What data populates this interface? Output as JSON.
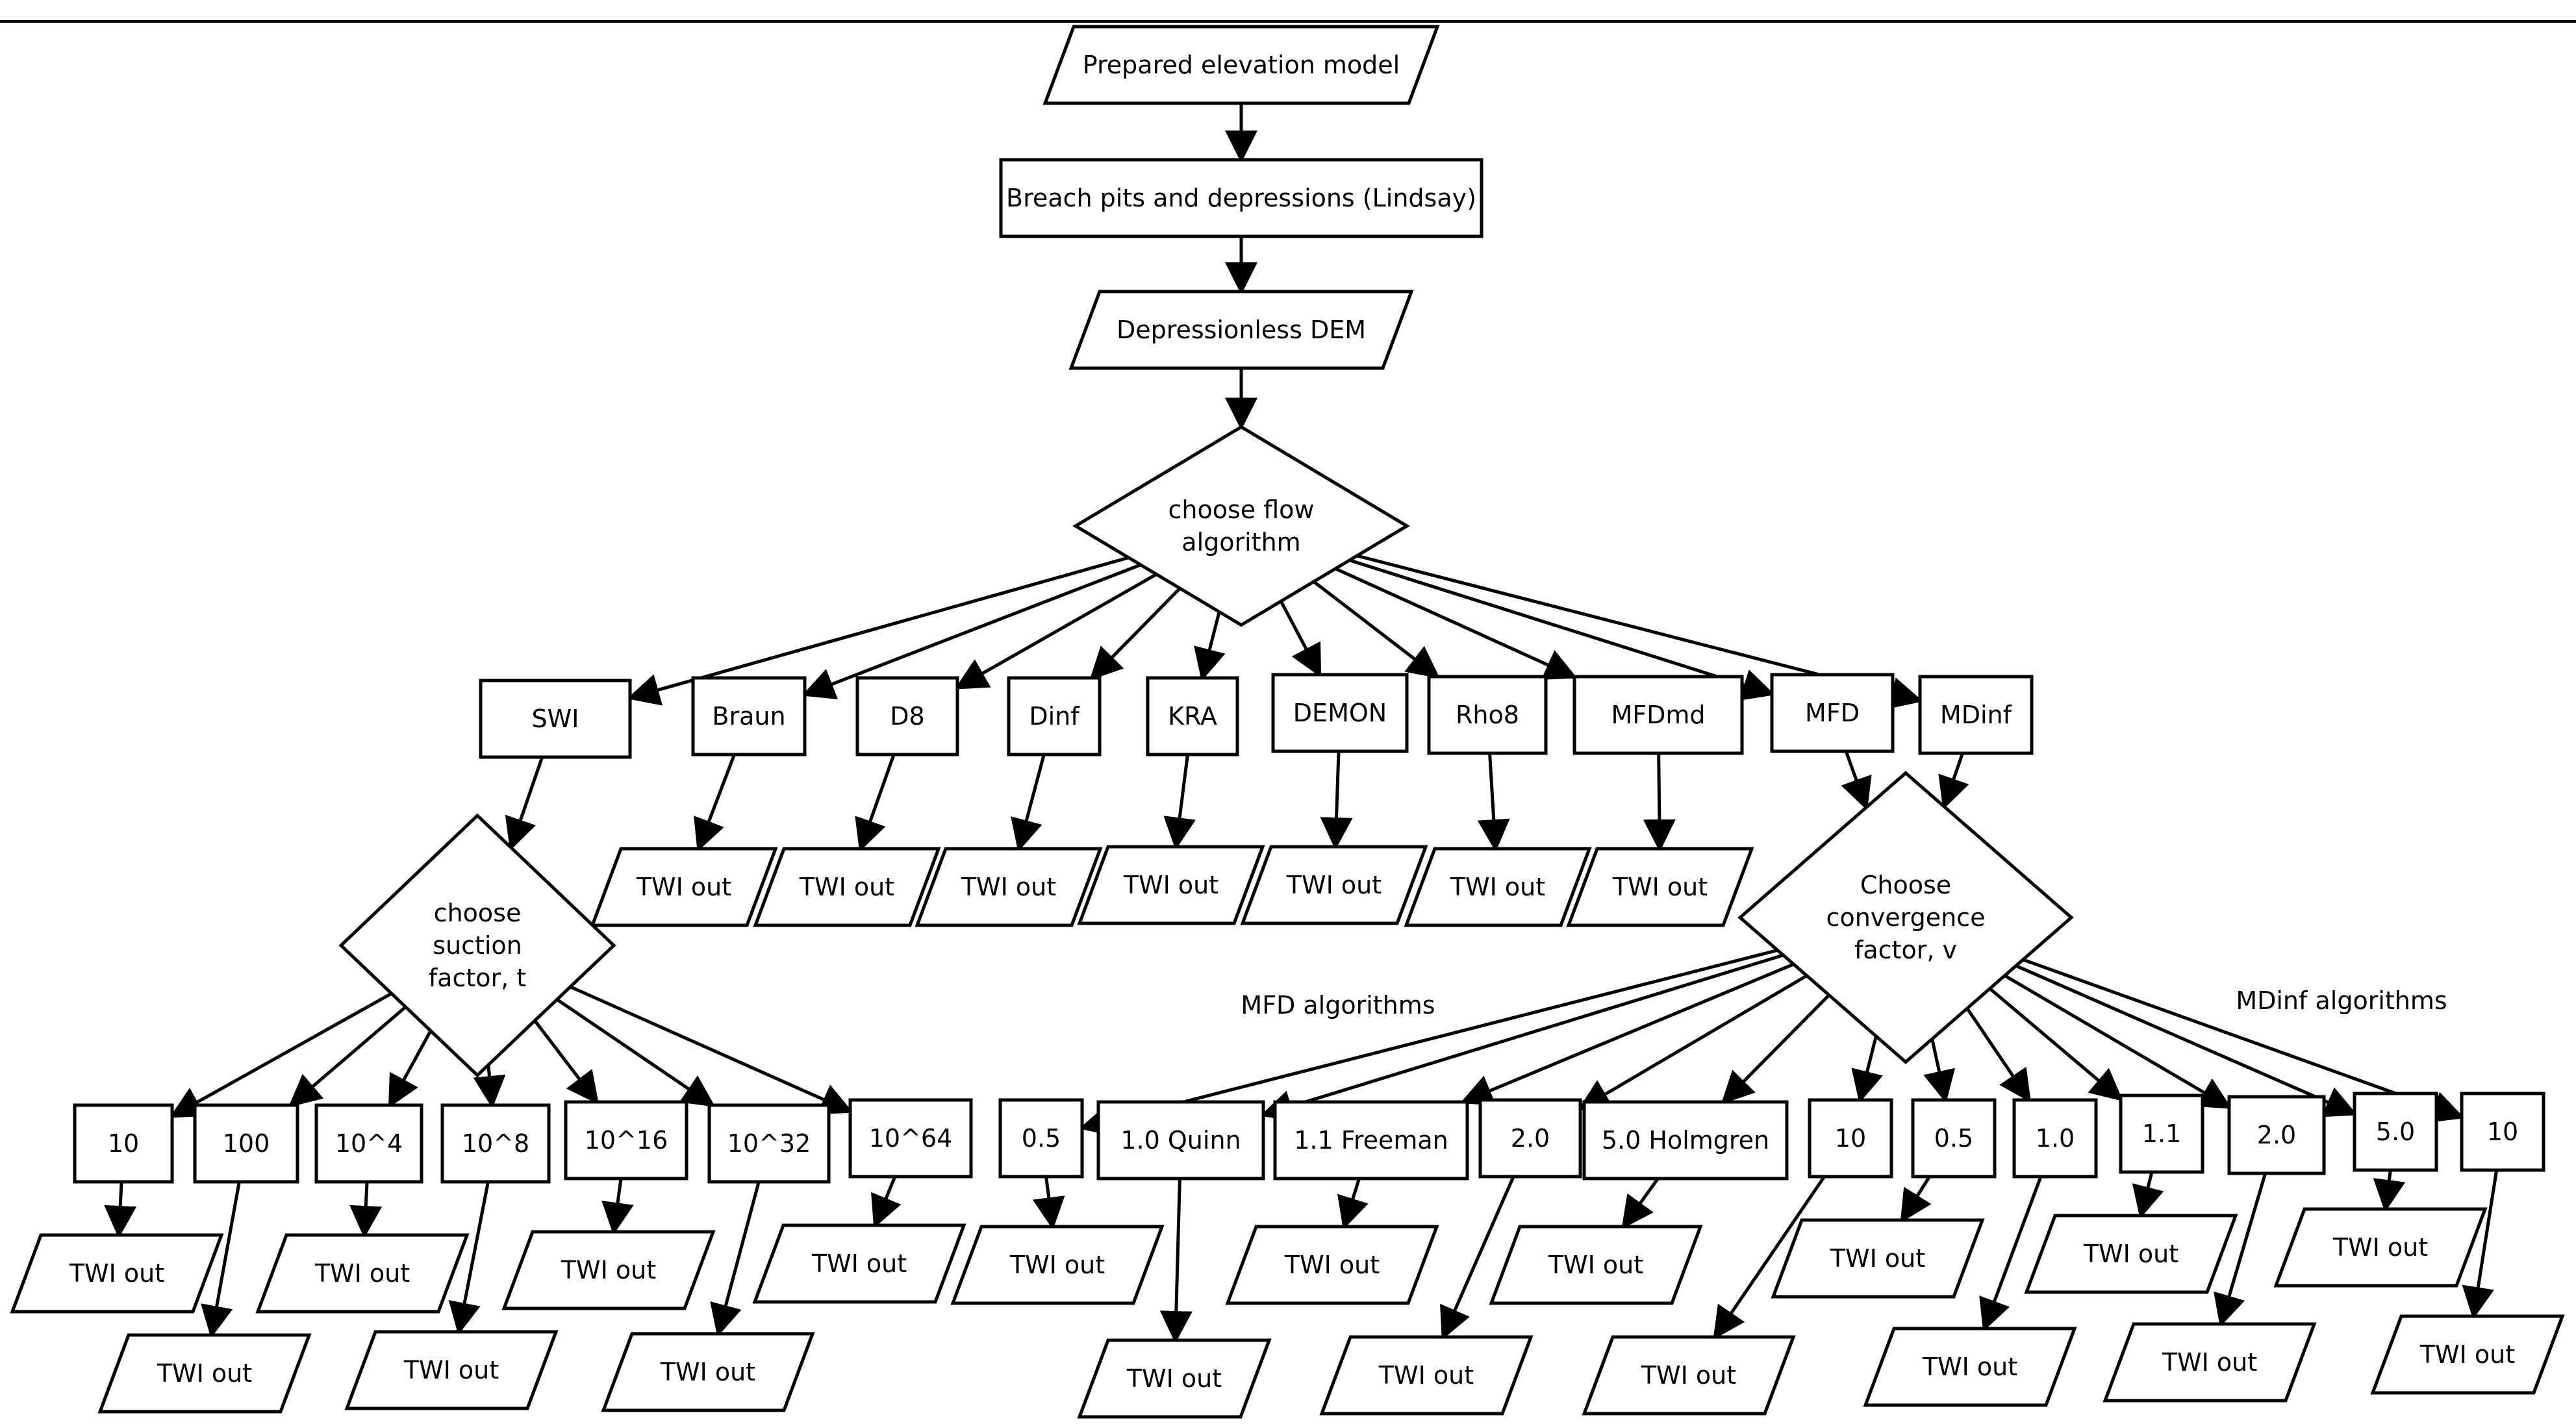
{
  "nodes": {
    "n_dem": {
      "shape": "para",
      "label": "Prepared elevation model"
    },
    "n_breach": {
      "shape": "rect",
      "label": "Breach pits and depressions (Lindsay)"
    },
    "n_dless": {
      "shape": "para",
      "label": "Depressionless DEM"
    },
    "n_flow": {
      "shape": "diamond",
      "lines": [
        "choose flow",
        "algorithm"
      ]
    },
    "n_swi": {
      "shape": "rect",
      "label": "SWI"
    },
    "n_braun": {
      "shape": "rect",
      "label": "Braun"
    },
    "n_d8": {
      "shape": "rect",
      "label": "D8"
    },
    "n_dinf": {
      "shape": "rect",
      "label": "Dinf"
    },
    "n_kra": {
      "shape": "rect",
      "label": "KRA"
    },
    "n_demon": {
      "shape": "rect",
      "label": "DEMON"
    },
    "n_rho8": {
      "shape": "rect",
      "label": "Rho8"
    },
    "n_mfdmd": {
      "shape": "rect",
      "label": "MFDmd"
    },
    "n_mfd": {
      "shape": "rect",
      "label": "MFD"
    },
    "n_mdinf": {
      "shape": "rect",
      "label": "MDinf"
    },
    "o_braun": {
      "shape": "para",
      "label": "TWI out"
    },
    "o_d8": {
      "shape": "para",
      "label": "TWI out"
    },
    "o_dinf": {
      "shape": "para",
      "label": "TWI out"
    },
    "o_kra": {
      "shape": "para",
      "label": "TWI out"
    },
    "o_demon": {
      "shape": "para",
      "label": "TWI out"
    },
    "o_rho8": {
      "shape": "para",
      "label": "TWI out"
    },
    "o_mfdmd": {
      "shape": "para",
      "label": "TWI out"
    },
    "n_suction": {
      "shape": "diamond",
      "lines": [
        "choose",
        "suction",
        "factor, t"
      ]
    },
    "n_conv": {
      "shape": "diamond",
      "lines": [
        "Choose",
        "convergence",
        "factor, v"
      ]
    },
    "t_10": {
      "shape": "rect",
      "label": "10"
    },
    "t_100": {
      "shape": "rect",
      "label": "100"
    },
    "t_1e4": {
      "shape": "rect",
      "label": "10^4"
    },
    "t_1e8": {
      "shape": "rect",
      "label": "10^8"
    },
    "t_1e16": {
      "shape": "rect",
      "label": "10^16"
    },
    "t_1e32": {
      "shape": "rect",
      "label": "10^32"
    },
    "t_1e64": {
      "shape": "rect",
      "label": "10^64"
    },
    "v_05": {
      "shape": "rect",
      "label": "0.5"
    },
    "v_10q": {
      "shape": "rect",
      "label": "1.0 Quinn"
    },
    "v_11f": {
      "shape": "rect",
      "label": "1.1 Freeman"
    },
    "v_20": {
      "shape": "rect",
      "label": "2.0"
    },
    "v_50h": {
      "shape": "rect",
      "label": "5.0 Holmgren"
    },
    "v_10": {
      "shape": "rect",
      "label": "10"
    },
    "w_05": {
      "shape": "rect",
      "label": "0.5"
    },
    "w_10": {
      "shape": "rect",
      "label": "1.0"
    },
    "w_11": {
      "shape": "rect",
      "label": "1.1"
    },
    "w_20": {
      "shape": "rect",
      "label": "2.0"
    },
    "w_50": {
      "shape": "rect",
      "label": "5.0"
    },
    "w_100": {
      "shape": "rect",
      "label": "10"
    },
    "ot_10": {
      "shape": "para",
      "label": "TWI out"
    },
    "ot_100": {
      "shape": "para",
      "label": "TWI out"
    },
    "ot_1e4": {
      "shape": "para",
      "label": "TWI out"
    },
    "ot_1e8": {
      "shape": "para",
      "label": "TWI out"
    },
    "ot_1e16": {
      "shape": "para",
      "label": "TWI out"
    },
    "ot_1e32": {
      "shape": "para",
      "label": "TWI out"
    },
    "ot_1e64": {
      "shape": "para",
      "label": "TWI out"
    },
    "ov_05": {
      "shape": "para",
      "label": "TWI out"
    },
    "ov_10q": {
      "shape": "para",
      "label": "TWI out"
    },
    "ov_11f": {
      "shape": "para",
      "label": "TWI out"
    },
    "ov_20": {
      "shape": "para",
      "label": "TWI out"
    },
    "ov_50h": {
      "shape": "para",
      "label": "TWI out"
    },
    "ov_10": {
      "shape": "para",
      "label": "TWI out"
    },
    "ow_05": {
      "shape": "para",
      "label": "TWI out"
    },
    "ow_10": {
      "shape": "para",
      "label": "TWI out"
    },
    "ow_11": {
      "shape": "para",
      "label": "TWI out"
    },
    "ow_20": {
      "shape": "para",
      "label": "TWI out"
    },
    "ow_50": {
      "shape": "para",
      "label": "TWI out"
    },
    "ow_100": {
      "shape": "para",
      "label": "TWI out"
    }
  },
  "group_labels": {
    "mfd": "MFD algorithms",
    "mdinf": "MDinf algorithms"
  },
  "edges": [
    [
      "n_dem",
      "n_breach"
    ],
    [
      "n_breach",
      "n_dless"
    ],
    [
      "n_dless",
      "n_flow"
    ],
    [
      "n_flow",
      "n_swi"
    ],
    [
      "n_flow",
      "n_braun"
    ],
    [
      "n_flow",
      "n_d8"
    ],
    [
      "n_flow",
      "n_dinf"
    ],
    [
      "n_flow",
      "n_kra"
    ],
    [
      "n_flow",
      "n_demon"
    ],
    [
      "n_flow",
      "n_rho8"
    ],
    [
      "n_flow",
      "n_mfdmd"
    ],
    [
      "n_flow",
      "n_mfd"
    ],
    [
      "n_flow",
      "n_mdinf"
    ],
    [
      "n_braun",
      "o_braun"
    ],
    [
      "n_d8",
      "o_d8"
    ],
    [
      "n_dinf",
      "o_dinf"
    ],
    [
      "n_kra",
      "o_kra"
    ],
    [
      "n_demon",
      "o_demon"
    ],
    [
      "n_rho8",
      "o_rho8"
    ],
    [
      "n_mfdmd",
      "o_mfdmd"
    ],
    [
      "n_swi",
      "n_suction"
    ],
    [
      "n_mfd",
      "n_conv"
    ],
    [
      "n_mdinf",
      "n_conv"
    ],
    [
      "n_suction",
      "t_10"
    ],
    [
      "n_suction",
      "t_100"
    ],
    [
      "n_suction",
      "t_1e4"
    ],
    [
      "n_suction",
      "t_1e8"
    ],
    [
      "n_suction",
      "t_1e16"
    ],
    [
      "n_suction",
      "t_1e32"
    ],
    [
      "n_suction",
      "t_1e64"
    ],
    [
      "t_10",
      "ot_10"
    ],
    [
      "t_100",
      "ot_100"
    ],
    [
      "t_1e4",
      "ot_1e4"
    ],
    [
      "t_1e8",
      "ot_1e8"
    ],
    [
      "t_1e16",
      "ot_1e16"
    ],
    [
      "t_1e32",
      "ot_1e32"
    ],
    [
      "t_1e64",
      "ot_1e64"
    ],
    [
      "n_conv",
      "v_05"
    ],
    [
      "n_conv",
      "v_10q"
    ],
    [
      "n_conv",
      "v_11f"
    ],
    [
      "n_conv",
      "v_20"
    ],
    [
      "n_conv",
      "v_50h"
    ],
    [
      "n_conv",
      "v_10"
    ],
    [
      "n_conv",
      "w_05"
    ],
    [
      "n_conv",
      "w_10"
    ],
    [
      "n_conv",
      "w_11"
    ],
    [
      "n_conv",
      "w_20"
    ],
    [
      "n_conv",
      "w_50"
    ],
    [
      "n_conv",
      "w_100"
    ],
    [
      "v_05",
      "ov_05"
    ],
    [
      "v_10q",
      "ov_10q"
    ],
    [
      "v_11f",
      "ov_11f"
    ],
    [
      "v_20",
      "ov_20"
    ],
    [
      "v_50h",
      "ov_50h"
    ],
    [
      "v_10",
      "ov_10"
    ],
    [
      "w_05",
      "ow_05"
    ],
    [
      "w_10",
      "ow_10"
    ],
    [
      "w_11",
      "ow_11"
    ],
    [
      "w_20",
      "ow_20"
    ],
    [
      "w_50",
      "ow_50"
    ],
    [
      "w_100",
      "ow_100"
    ]
  ],
  "colors": {
    "stroke": "#000000",
    "fill": "#ffffff",
    "text": "#000000"
  }
}
